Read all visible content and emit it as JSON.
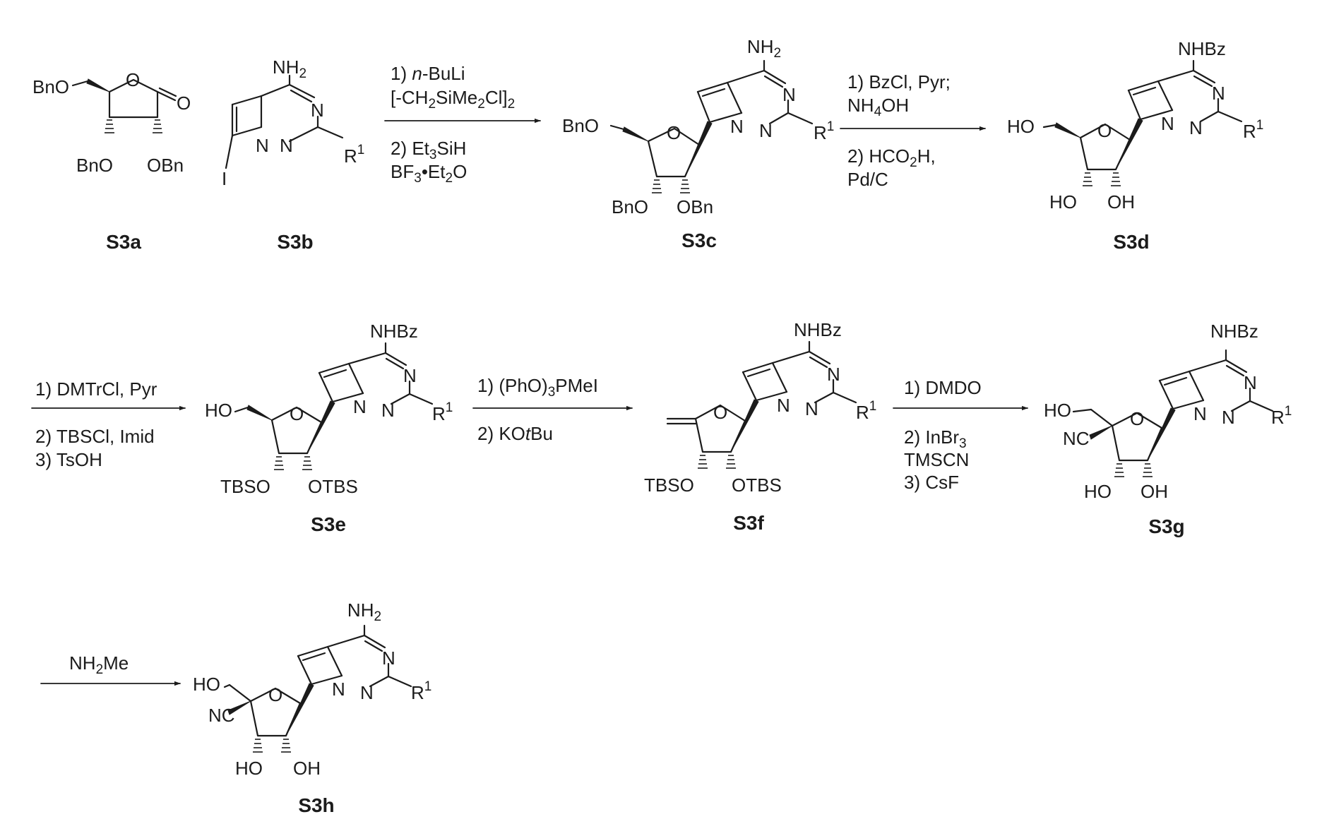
{
  "compounds": {
    "s3a": {
      "label": "S3a",
      "atoms": {
        "bno_top": "BnO",
        "bno_left": "BnO",
        "obn_right": "OBn",
        "ring_o": "O",
        "carbonyl_o": "O"
      }
    },
    "s3b": {
      "label": "S3b",
      "atoms": {
        "amino": "NH",
        "amino_sub": "2",
        "iodo": "I",
        "n_ring": "N",
        "n1": "N",
        "n2": "N",
        "r": "R",
        "r_sup": "1"
      }
    },
    "s3c": {
      "label": "S3c",
      "atoms": {
        "amino": "NH",
        "amino_sub": "2",
        "bno_top": "BnO",
        "bno_left": "BnO",
        "obn_right": "OBn",
        "ring_o": "O",
        "n_ring": "N",
        "n1": "N",
        "n2": "N",
        "r": "R",
        "r_sup": "1"
      }
    },
    "s3d": {
      "label": "S3d",
      "atoms": {
        "amino": "NHBz",
        "ho_top": "HO",
        "ho_left": "HO",
        "oh_right": "OH",
        "ring_o": "O",
        "n_ring": "N",
        "n1": "N",
        "n2": "N",
        "r": "R",
        "r_sup": "1"
      }
    },
    "s3e": {
      "label": "S3e",
      "atoms": {
        "amino": "NHBz",
        "ho_top": "HO",
        "tbso_left": "TBSO",
        "otbs_right": "OTBS",
        "ring_o": "O",
        "n_ring": "N",
        "n1": "N",
        "n2": "N",
        "r": "R",
        "r_sup": "1"
      }
    },
    "s3f": {
      "label": "S3f",
      "atoms": {
        "amino": "NHBz",
        "tbso_left": "TBSO",
        "otbs_right": "OTBS",
        "ring_o": "O",
        "n_ring": "N",
        "n1": "N",
        "n2": "N",
        "r": "R",
        "r_sup": "1"
      }
    },
    "s3g": {
      "label": "S3g",
      "atoms": {
        "amino": "NHBz",
        "ho_top": "HO",
        "nc": "NC",
        "ho_left": "HO",
        "oh_right": "OH",
        "ring_o": "O",
        "n_ring": "N",
        "n1": "N",
        "n2": "N",
        "r": "R",
        "r_sup": "1"
      }
    },
    "s3h": {
      "label": "S3h",
      "atoms": {
        "amino": "NH",
        "amino_sub": "2",
        "ho_top": "HO",
        "nc": "NC",
        "ho_left": "HO",
        "oh_right": "OH",
        "ring_o": "O",
        "n_ring": "N",
        "n1": "N",
        "n2": "N",
        "r": "R",
        "r_sup": "1"
      }
    }
  },
  "reactions": {
    "r1": {
      "step1_prefix": "1) ",
      "step1_italic": "n",
      "step1_suffix": "-BuLi",
      "step1_line2_a": "[-CH",
      "step1_line2_sub1": "2",
      "step1_line2_b": "SiMe",
      "step1_line2_sub2": "2",
      "step1_line2_c": "Cl]",
      "step1_line2_sub3": "2",
      "step2_a": "2) Et",
      "step2_sub": "3",
      "step2_b": "SiH",
      "step2_line2_a": "BF",
      "step2_line2_sub1": "3",
      "step2_line2_b": "•Et",
      "step2_line2_sub2": "2",
      "step2_line2_c": "O"
    },
    "r2": {
      "step1": "1) BzCl, Pyr;",
      "step1_line2_a": "NH",
      "step1_line2_sub": "4",
      "step1_line2_b": "OH",
      "step2_a": "2) HCO",
      "step2_sub": "2",
      "step2_b": "H,",
      "step2_line2": "Pd/C"
    },
    "r3": {
      "step1": "1) DMTrCl, Pyr",
      "step2": "2) TBSCl, Imid",
      "step3": "3) TsOH"
    },
    "r4": {
      "step1_a": "1) (PhO)",
      "step1_sub": "3",
      "step1_b": "PMeI",
      "step2_a": "2) KO",
      "step2_italic": "t",
      "step2_b": "Bu"
    },
    "r5": {
      "step1": "1) DMDO",
      "step2_a": "2) InBr",
      "step2_sub": "3",
      "step2_line2": "TMSCN",
      "step3": "3) CsF"
    },
    "r6": {
      "reagent_a": "NH",
      "reagent_sub": "2",
      "reagent_b": "Me"
    }
  }
}
